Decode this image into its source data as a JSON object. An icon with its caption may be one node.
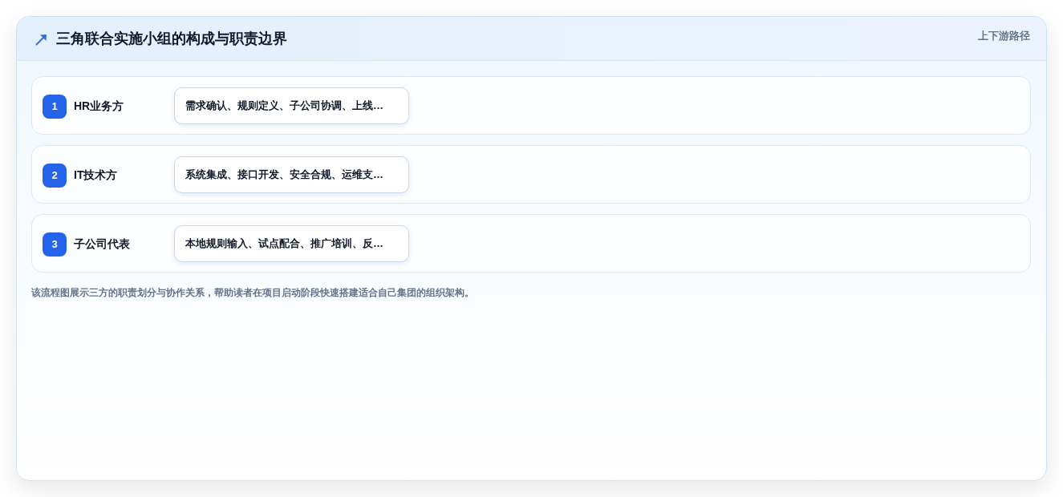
{
  "diagram": {
    "title": "三角联合实施小组的构成与职责边界",
    "caption": "该流程图展示三方的职责划分与协作关系，帮助读者在项目启动阶段快速搭建适合自己集团的组织架构。",
    "nodes": [
      {
        "text": [
          "HR业务方"
        ]
      },
      {
        "text": [
          "1"
        ],
        "in": 0
      },
      {
        "text": [
          "需求确认、规则定义、子公司协调、上线…"
        ],
        "in": 0
      },
      {
        "text": [
          "IT技术方"
        ]
      },
      {
        "text": [
          "2"
        ],
        "in": 3
      },
      {
        "text": [
          "系统集成、接口开发、安全合规、运维支…"
        ],
        "in": 3
      },
      {
        "text": [
          "子公司代表"
        ]
      },
      {
        "text": [
          "3"
        ],
        "in": 6
      },
      {
        "text": [
          "本地规则输入、试点配合、推广培训、反…"
        ],
        "in": 6
      }
    ],
    "labels": [
      "上下游路径"
    ]
  }
}
